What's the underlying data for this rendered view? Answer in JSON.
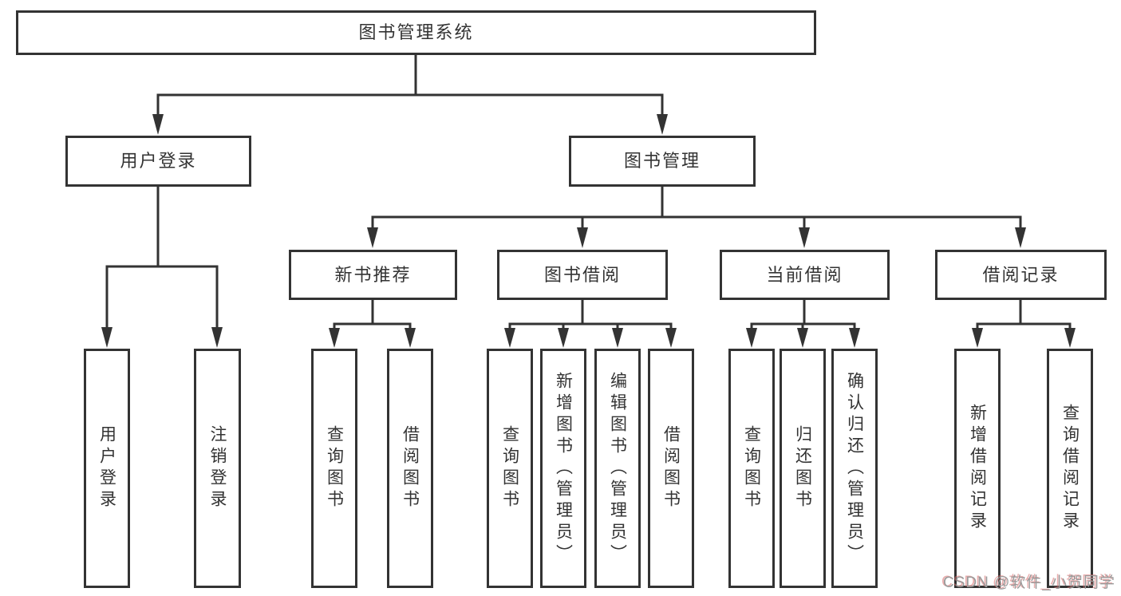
{
  "diagram": {
    "kind": "hierarchy-tree",
    "colors": {
      "line": "#333333",
      "box_border": "#333333",
      "box_fill": "#ffffff",
      "text": "#333333",
      "background": "#ffffff",
      "watermark_gray": "#9a9a9a",
      "watermark_red_fringe": "#d96a6a"
    }
  },
  "tree": {
    "label": "图书管理系统",
    "children": [
      {
        "label": "用户登录",
        "children": [
          {
            "label": "用户登录"
          },
          {
            "label": "注销登录"
          }
        ]
      },
      {
        "label": "图书管理",
        "children": [
          {
            "label": "新书推荐",
            "children": [
              {
                "label": "查询图书"
              },
              {
                "label": "借阅图书"
              }
            ]
          },
          {
            "label": "图书借阅",
            "children": [
              {
                "label": "查询图书"
              },
              {
                "label": "新增图书（管理员）"
              },
              {
                "label": "编辑图书（管理员）"
              },
              {
                "label": "借阅图书"
              }
            ]
          },
          {
            "label": "当前借阅",
            "children": [
              {
                "label": "查询图书"
              },
              {
                "label": "归还图书"
              },
              {
                "label": "确认归还（管理员）"
              }
            ]
          },
          {
            "label": "借阅记录",
            "children": [
              {
                "label": "新增借阅记录"
              },
              {
                "label": "查询借阅记录"
              }
            ]
          }
        ]
      }
    ]
  },
  "watermark": {
    "text": "CSDN @软件_小贺同学"
  }
}
